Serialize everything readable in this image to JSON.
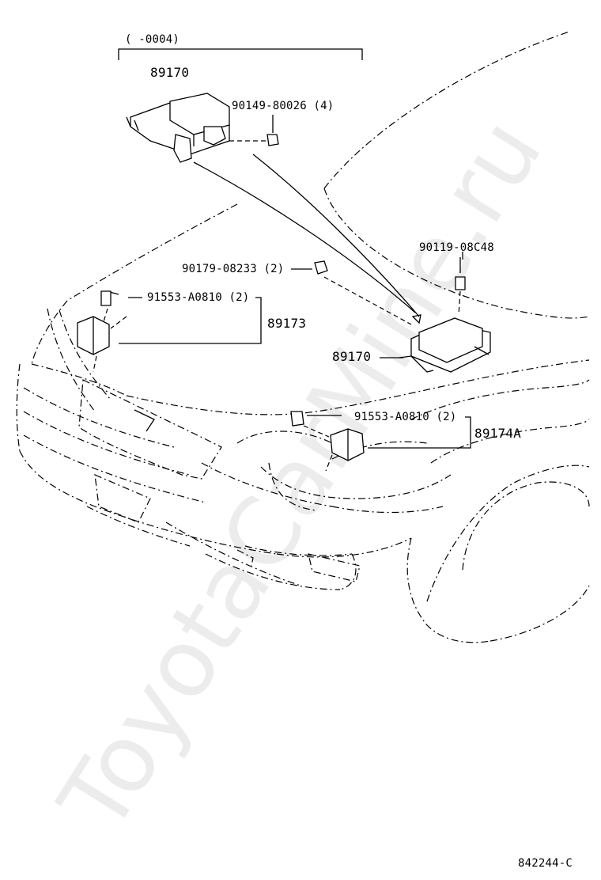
{
  "diagram": {
    "range_label": "(      -0004)",
    "watermark": "ToyotaCarMine.ru",
    "figure_number": "842244-C",
    "labels": {
      "part_89170_top": "89170",
      "bolt_90149": "90149-80026 (4)",
      "nut_90179": "90179-08233 (2)",
      "bolt_90119": "90119-08C48",
      "bolt_91553_left": "91553-A0810 (2)",
      "part_89173": "89173",
      "part_89170_main": "89170",
      "bolt_91553_right": "91553-A0810 (2)",
      "part_89174A": "89174A"
    }
  }
}
